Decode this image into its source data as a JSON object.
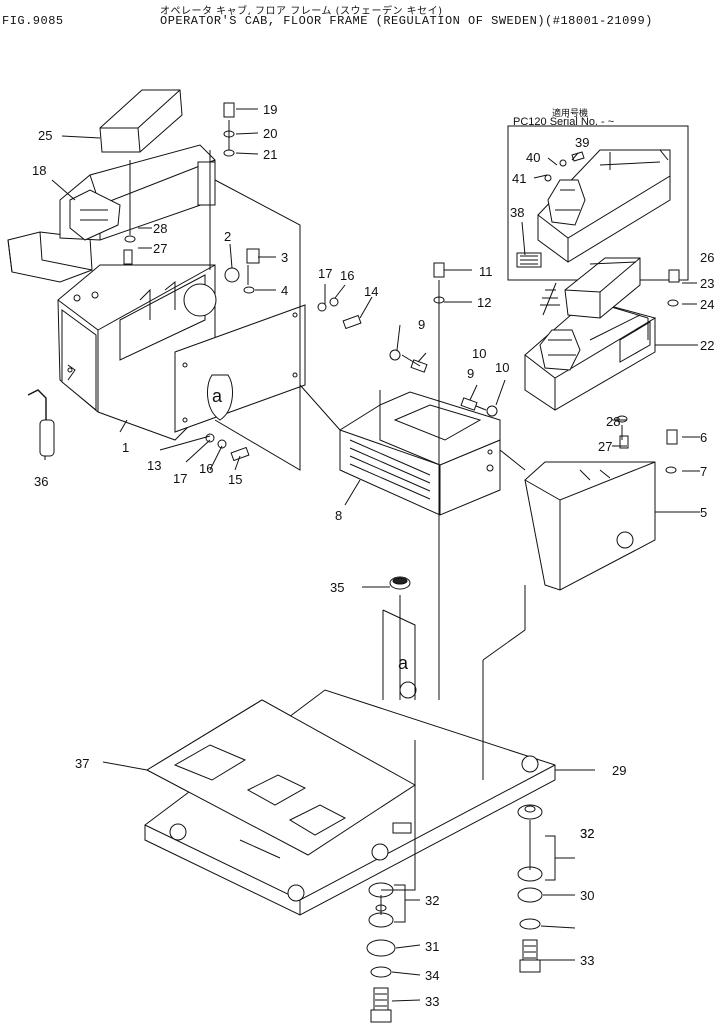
{
  "header": {
    "fig_number": "FIG.9085",
    "title_jp": "オペレータ キャブ, フロア フレーム (スウェーデン キセイ)",
    "title_en": "OPERATOR'S CAB, FLOOR FRAME (REGULATION OF SWEDEN)(#18001-21099)"
  },
  "inset": {
    "applicability_jp": "適用号機",
    "serial_label": "PC120 Serial No. - ~"
  },
  "part_labels": [
    "1",
    "2",
    "3",
    "4",
    "5",
    "6",
    "7",
    "8",
    "9",
    "10",
    "11",
    "12",
    "13",
    "14",
    "15",
    "16",
    "17",
    "18",
    "19",
    "20",
    "21",
    "22",
    "23",
    "24",
    "25",
    "26",
    "27",
    "28",
    "29",
    "30",
    "31",
    "32",
    "33",
    "34",
    "35",
    "36",
    "37",
    "38",
    "39",
    "40",
    "41"
  ],
  "callout_letter": "a"
}
